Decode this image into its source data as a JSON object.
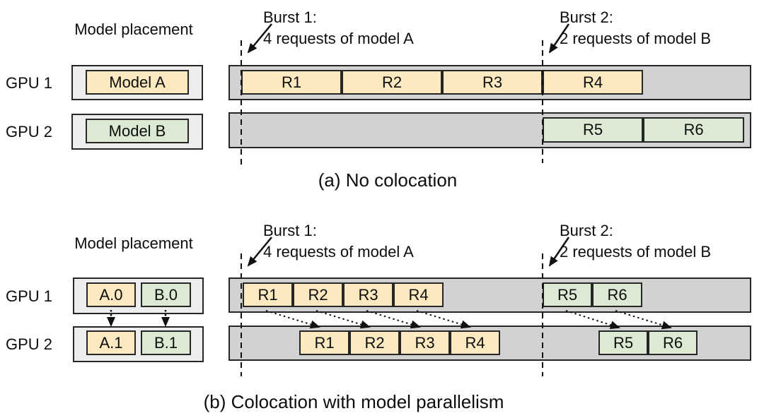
{
  "palette": {
    "model_a_fill": "#fce9c0",
    "model_b_fill": "#dcead3",
    "timeline_fill": "#d2d2d2",
    "placement_fill": "#ededed",
    "border_color": "#262626",
    "text_color": "#0d0d0d"
  },
  "sections": {
    "a": {
      "caption": "(a) No colocation",
      "placement_title": "Model placement",
      "gpu1_label": "GPU 1",
      "gpu2_label": "GPU 2",
      "gpu1_model": "Model A",
      "gpu2_model": "Model B",
      "burst1_line1": "Burst 1:",
      "burst1_line2": "4 requests of model A",
      "burst2_line1": "Burst 2:",
      "burst2_line2": "2 requests of model B",
      "gpu1_requests": [
        "R1",
        "R2",
        "R3",
        "R4"
      ],
      "gpu2_requests": [
        "R5",
        "R6"
      ]
    },
    "b": {
      "caption": "(b) Colocation with model parallelism",
      "placement_title": "Model placement",
      "gpu1_label": "GPU 1",
      "gpu2_label": "GPU 2",
      "gpu1_shards": [
        "A.0",
        "B.0"
      ],
      "gpu2_shards": [
        "A.1",
        "B.1"
      ],
      "burst1_line1": "Burst 1:",
      "burst1_line2": "4 requests of model A",
      "burst2_line1": "Burst 2:",
      "burst2_line2": "2 requests of model B",
      "gpu1_requests_model_a": [
        "R1",
        "R2",
        "R3",
        "R4"
      ],
      "gpu1_requests_model_b": [
        "R5",
        "R6"
      ],
      "gpu2_requests_model_a": [
        "R1",
        "R2",
        "R3",
        "R4"
      ],
      "gpu2_requests_model_b": [
        "R5",
        "R6"
      ]
    }
  }
}
